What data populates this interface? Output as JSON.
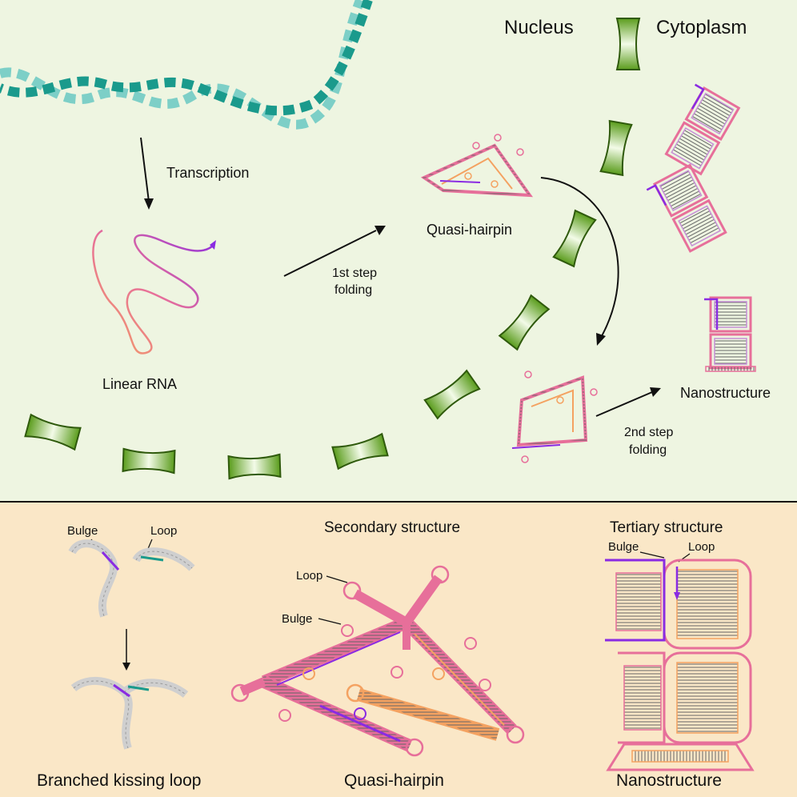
{
  "colors": {
    "top_bg": "#eef5e1",
    "bottom_bg": "#fae7c7",
    "membrane": "#76b82a",
    "dna_dark": "#1a9a8c",
    "dna_light": "#7dcfc7",
    "rna_orange": "#f4a261",
    "rna_pink": "#e76f9a",
    "rna_purple": "#8a2be2",
    "stem_grey": "#bdbdbd"
  },
  "top": {
    "nucleus": "Nucleus",
    "cytoplasm": "Cytoplasm",
    "transcription": "Transcription",
    "linear_rna": "Linear RNA",
    "step1_line1": "1st step",
    "step1_line2": "folding",
    "quasi_hairpin": "Quasi-hairpin",
    "step2_line1": "2nd step",
    "step2_line2": "folding",
    "nanostructure": "Nanostructure"
  },
  "bottom": {
    "kissing_bulge": "Bulge",
    "kissing_loop": "Loop",
    "kissing_title": "Branched kissing loop",
    "secondary_title": "Secondary structure",
    "secondary_loop": "Loop",
    "secondary_bulge": "Bulge",
    "secondary_caption": "Quasi-hairpin",
    "tertiary_title": "Tertiary structure",
    "tertiary_bulge": "Bulge",
    "tertiary_loop": "Loop",
    "tertiary_caption": "Nanostructure"
  }
}
